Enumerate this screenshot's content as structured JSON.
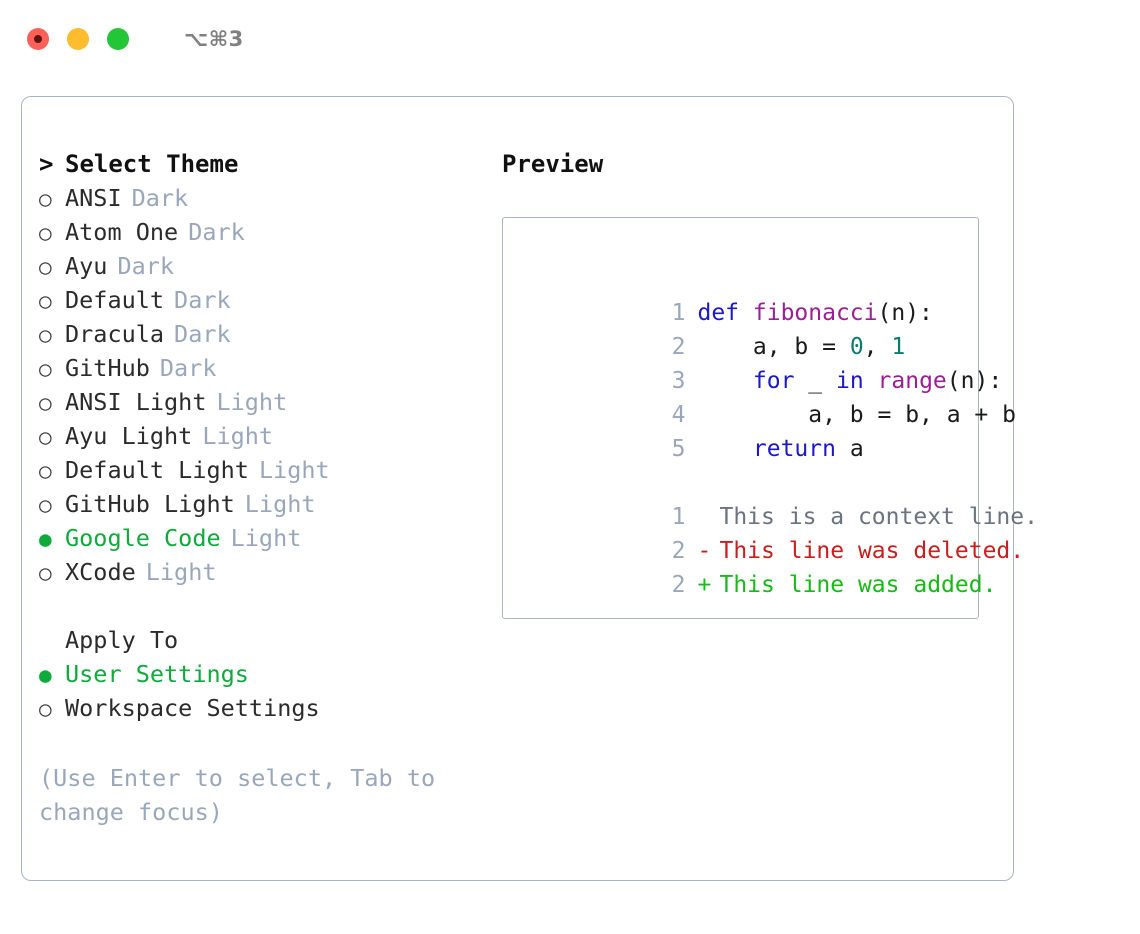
{
  "window": {
    "shortcut": "⌥⌘3",
    "traffic_lights": [
      "close",
      "minimize",
      "maximize"
    ],
    "colors": {
      "close": "#ff6159",
      "minimize": "#ffbd2e",
      "maximize": "#23c636",
      "accent_green": "#0eaa3c",
      "muted": "#9aa7ba",
      "frame_border": "#aab4c2"
    }
  },
  "theme_picker": {
    "heading": "Select Theme",
    "heading_marker": ">",
    "marker_unselected": "○",
    "marker_selected": "●",
    "items": [
      {
        "marker": "○",
        "label": "ANSI",
        "tag": "Dark",
        "selected": false
      },
      {
        "marker": "○",
        "label": "Atom One",
        "tag": "Dark",
        "selected": false
      },
      {
        "marker": "○",
        "label": "Ayu",
        "tag": "Dark",
        "selected": false
      },
      {
        "marker": "○",
        "label": "Default",
        "tag": "Dark",
        "selected": false
      },
      {
        "marker": "○",
        "label": "Dracula",
        "tag": "Dark",
        "selected": false
      },
      {
        "marker": "○",
        "label": "GitHub",
        "tag": "Dark",
        "selected": false
      },
      {
        "marker": "○",
        "label": "ANSI Light",
        "tag": "Light",
        "selected": false
      },
      {
        "marker": "○",
        "label": "Ayu Light",
        "tag": "Light",
        "selected": false
      },
      {
        "marker": "○",
        "label": "Default Light",
        "tag": "Light",
        "selected": false
      },
      {
        "marker": "○",
        "label": "GitHub Light",
        "tag": "Light",
        "selected": false
      },
      {
        "marker": "●",
        "label": "Google Code",
        "tag": "Light",
        "selected": true
      },
      {
        "marker": "○",
        "label": "XCode",
        "tag": "Light",
        "selected": false
      }
    ]
  },
  "apply_to": {
    "title": "Apply To",
    "items": [
      {
        "marker": "●",
        "label": "User Settings",
        "selected": true
      },
      {
        "marker": "○",
        "label": "Workspace Settings",
        "selected": false
      }
    ]
  },
  "hint": {
    "line1": "(Use Enter to select, Tab to",
    "line2": "change focus)"
  },
  "preview": {
    "title": "Preview",
    "code": [
      {
        "ln": "1",
        "tokens": [
          {
            "t": "def ",
            "c": "kw"
          },
          {
            "t": "fibonacci",
            "c": "fn"
          },
          {
            "t": "(n):",
            "c": "plain"
          }
        ]
      },
      {
        "ln": "2",
        "tokens": [
          {
            "t": "    a, b = ",
            "c": "plain"
          },
          {
            "t": "0",
            "c": "num"
          },
          {
            "t": ", ",
            "c": "plain"
          },
          {
            "t": "1",
            "c": "num"
          }
        ]
      },
      {
        "ln": "3",
        "tokens": [
          {
            "t": "    ",
            "c": "plain"
          },
          {
            "t": "for",
            "c": "kw"
          },
          {
            "t": " _ ",
            "c": "plain"
          },
          {
            "t": "in",
            "c": "kw"
          },
          {
            "t": " ",
            "c": "plain"
          },
          {
            "t": "range",
            "c": "fn"
          },
          {
            "t": "(n):",
            "c": "plain"
          }
        ]
      },
      {
        "ln": "4",
        "tokens": [
          {
            "t": "        a, b = b, a + b",
            "c": "plain"
          }
        ]
      },
      {
        "ln": "5",
        "tokens": [
          {
            "t": "    ",
            "c": "plain"
          },
          {
            "t": "return",
            "c": "kw"
          },
          {
            "t": " a",
            "c": "plain"
          }
        ]
      }
    ],
    "diff": [
      {
        "ln": "1",
        "mark": " ",
        "text": "This is a context line.",
        "kind": "ctx"
      },
      {
        "ln": "2",
        "mark": "-",
        "text": "This line was deleted.",
        "kind": "del"
      },
      {
        "ln": "2",
        "mark": "+",
        "text": "This line was added.",
        "kind": "add"
      }
    ]
  }
}
